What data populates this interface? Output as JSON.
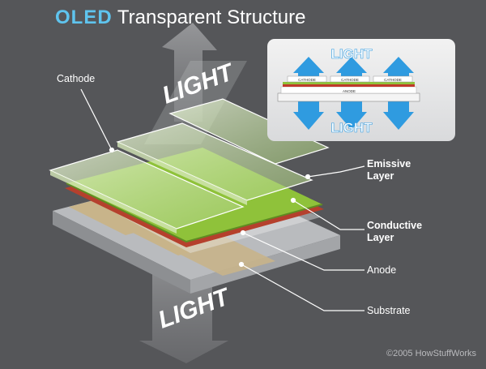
{
  "title": {
    "accent": "OLED",
    "rest": " Transparent Structure"
  },
  "arrows": {
    "top_label": "LIGHT",
    "bottom_label": "LIGHT"
  },
  "labels": {
    "cathode": "Cathode",
    "emissive_1": "Emissive",
    "emissive_2": "Layer",
    "conductive_1": "Conductive",
    "conductive_2": "Layer",
    "anode": "Anode",
    "substrate": "Substrate"
  },
  "inset": {
    "top_label": "LIGHT",
    "bottom_label": "LIGHT",
    "cathode_tags": [
      "CATHODE",
      "CATHODE",
      "CATHODE"
    ],
    "anode_tag": "ANODE"
  },
  "copyright": "©2005 HowStuffWorks",
  "colors": {
    "background": "#555659",
    "accent": "#5fc4ee",
    "emissive": "#8fc23a",
    "conductive": "#c0392b",
    "inset_arrow": "#2f9be0"
  }
}
